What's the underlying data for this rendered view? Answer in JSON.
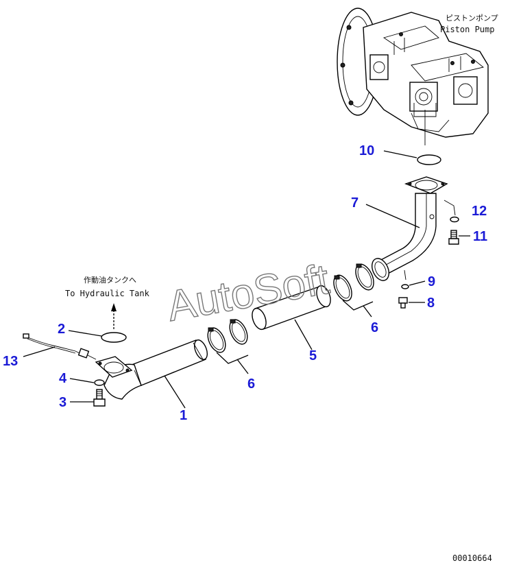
{
  "labels": {
    "pump_jp": "ピストンポンプ",
    "pump_en": "Piston Pump",
    "tank_jp": "作動油タンクへ",
    "tank_en": "To Hydraulic Tank",
    "watermark": "AutoSoft",
    "drawing_number": "00010664"
  },
  "callouts": {
    "c1": "1",
    "c2": "2",
    "c3": "3",
    "c4": "4",
    "c5": "5",
    "c6a": "6",
    "c6b": "6",
    "c7": "7",
    "c8": "8",
    "c9": "9",
    "c10": "10",
    "c11": "11",
    "c12": "12",
    "c13": "13"
  },
  "colors": {
    "callout": "#1a1ad6",
    "line": "#000000",
    "watermark": "#777777"
  }
}
